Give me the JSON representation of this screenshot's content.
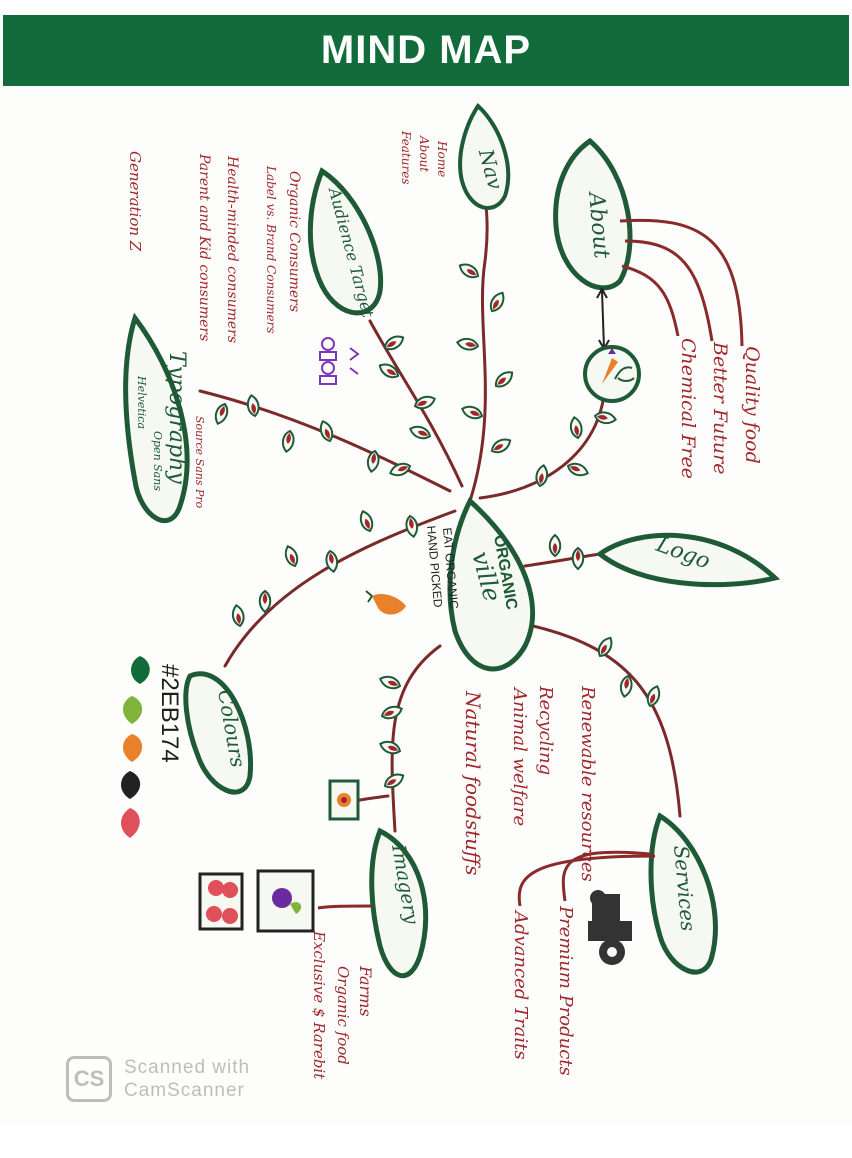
{
  "header": {
    "title": "MIND MAP"
  },
  "center": {
    "line1": "ORGANIC",
    "line2": "ville",
    "tagline1": "EAT ORGANIC",
    "tagline2": "HAND PICKED"
  },
  "nodes": {
    "nav": {
      "label": "Nav",
      "items": [
        "Home",
        "About",
        "Features"
      ]
    },
    "about": {
      "label": "About",
      "items": [
        "Quality food",
        "Better Future",
        "Chemical Free"
      ]
    },
    "audience": {
      "label": "Audience Target",
      "items": [
        "Organic Consumers",
        "Label vs. Brand Consumers",
        "Health-minded consumers",
        "Parent and Kid consumers",
        "Generation Z"
      ]
    },
    "typography": {
      "label": "Typography",
      "items": [
        "Source Sans Pro",
        "Open Sans",
        "Helvetica"
      ]
    },
    "logo": {
      "label": "Logo"
    },
    "colours": {
      "label": "Colours",
      "hex": "#2EB174",
      "swatches": [
        "#126b3b",
        "#7fb33a",
        "#e8812a",
        "#222222",
        "#e0505a"
      ]
    },
    "services": {
      "label": "Services",
      "items": [
        "Renewable resources",
        "Recycling",
        "Animal welfare",
        "Natural foodstuffs",
        "Premium Products",
        "Advanced Traits"
      ]
    },
    "imagery": {
      "label": "Imagery",
      "items": [
        "Farms",
        "Organic food",
        "Exclusive $ Rarebit"
      ]
    }
  },
  "watermark": {
    "logo": "CS",
    "line1": "Scanned with",
    "line2": "CamScanner"
  }
}
